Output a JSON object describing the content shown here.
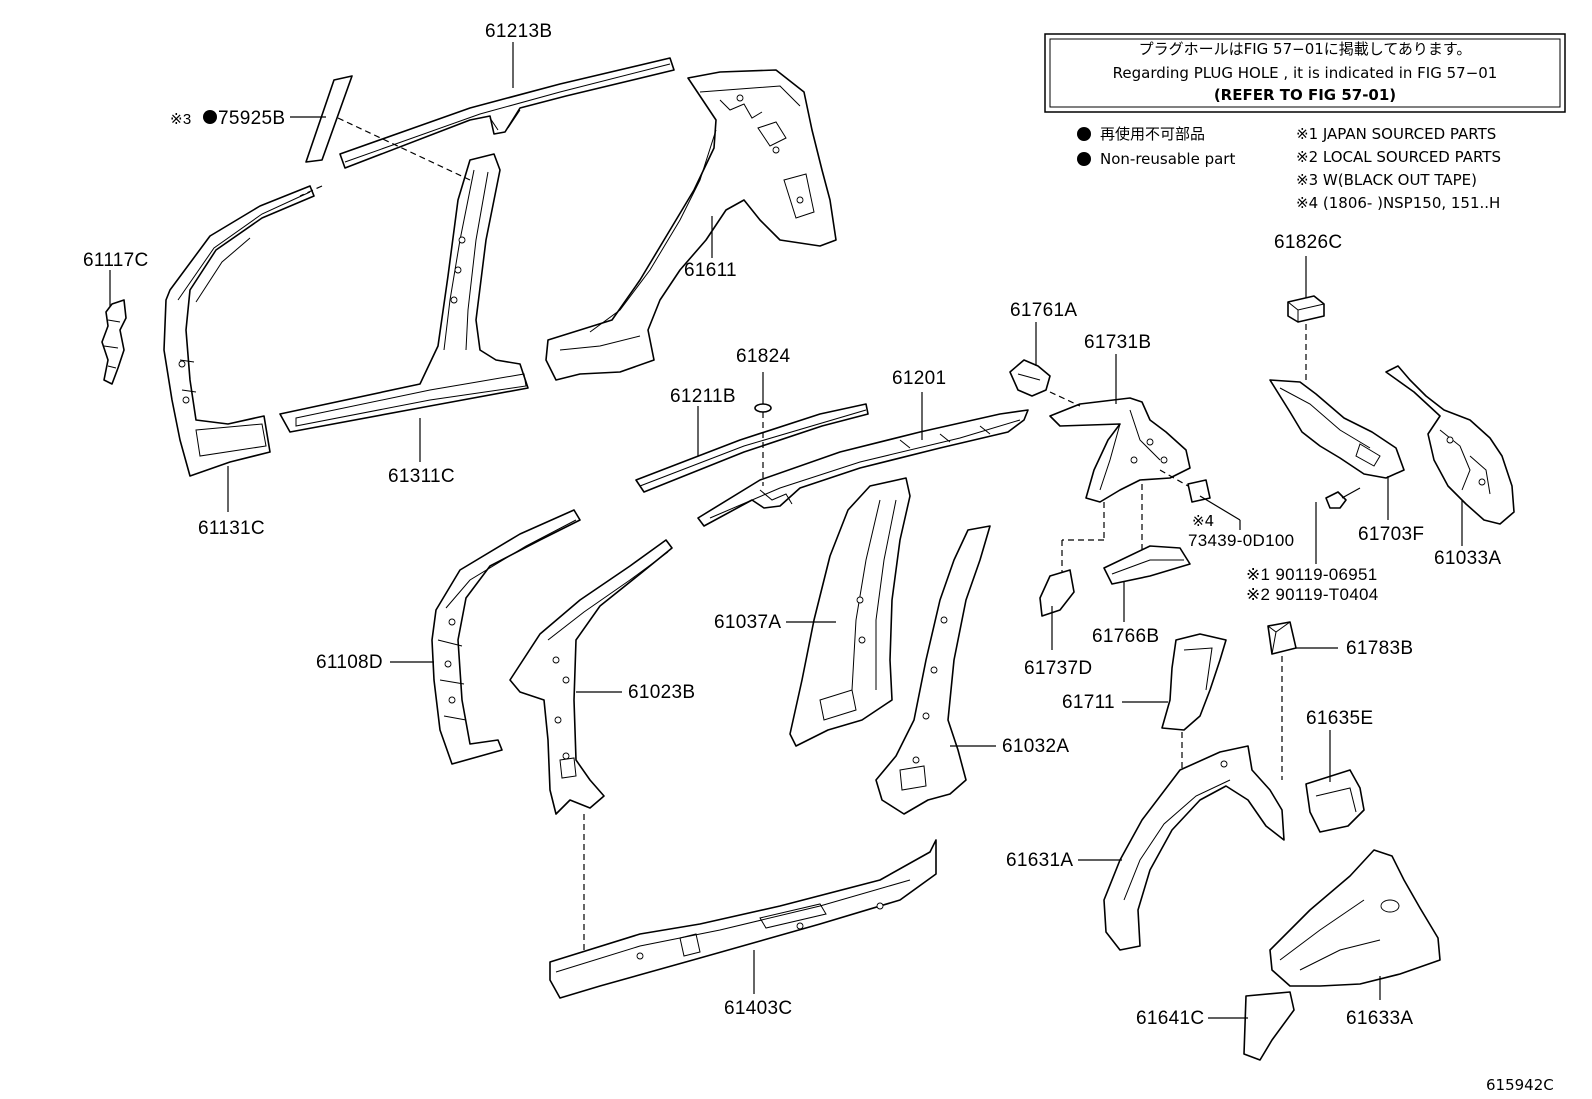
{
  "notice": {
    "line1": "プラグホールはFIG 57−01に掲載してあります。",
    "line2": "Regarding  PLUG  HOLE , it is indicated in FIG  57−01",
    "line3": "(REFER TO FIG 57-01)"
  },
  "legend": {
    "jp": "再使用不可部品",
    "en": "Non-reusable part"
  },
  "notes": [
    "※1 JAPAN SOURCED PARTS",
    "※2 LOCAL SOURCED PARTS",
    "※3 W(BLACK OUT TAPE)",
    "※4 (1806-      )NSP150, 151..H"
  ],
  "parts": {
    "p61213B": "61213B",
    "p75925B_prefix": "※3",
    "p75925B": "75925B",
    "p61117C": "61117C",
    "p61611": "61611",
    "p61131C": "61131C",
    "p61311C": "61311C",
    "p61824": "61824",
    "p61211B": "61211B",
    "p61201": "61201",
    "p61761A": "61761A",
    "p61731B": "61731B",
    "p61826C": "61826C",
    "p73439_prefix": "※4",
    "p73439": "73439-0D100",
    "p61703F": "61703F",
    "p61033A": "61033A",
    "p90119a": "※1 90119-06951",
    "p90119b": "※2 90119-T0404",
    "p61037A": "61037A",
    "p61108D": "61108D",
    "p61023B": "61023B",
    "p61032A": "61032A",
    "p61737D": "61737D",
    "p61766B": "61766B",
    "p61783B": "61783B",
    "p61711": "61711",
    "p61635E": "61635E",
    "p61631A": "61631A",
    "p61403C": "61403C",
    "p61641C": "61641C",
    "p61633A": "61633A"
  },
  "figure_id": "615942C"
}
